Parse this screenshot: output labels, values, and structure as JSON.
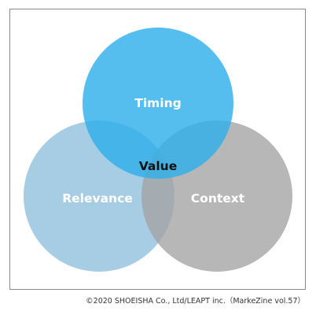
{
  "diagram": {
    "circles": [
      {
        "key": "timing",
        "label": "Timing",
        "color": "#3fb6ec"
      },
      {
        "key": "relevance",
        "label": "Relevance",
        "color": "#8ebfdd"
      },
      {
        "key": "context",
        "label": "Context",
        "color": "#ababab"
      }
    ],
    "center_label": "Value",
    "colors": {
      "label_on_circle": "#ffffff",
      "center_label": "#111111",
      "frame_border": "#8a8a8a"
    }
  },
  "footer": {
    "credit": "©2020 SHOEISHA Co., Ltd/LEAPT inc.（MarkeZine vol.57）"
  }
}
